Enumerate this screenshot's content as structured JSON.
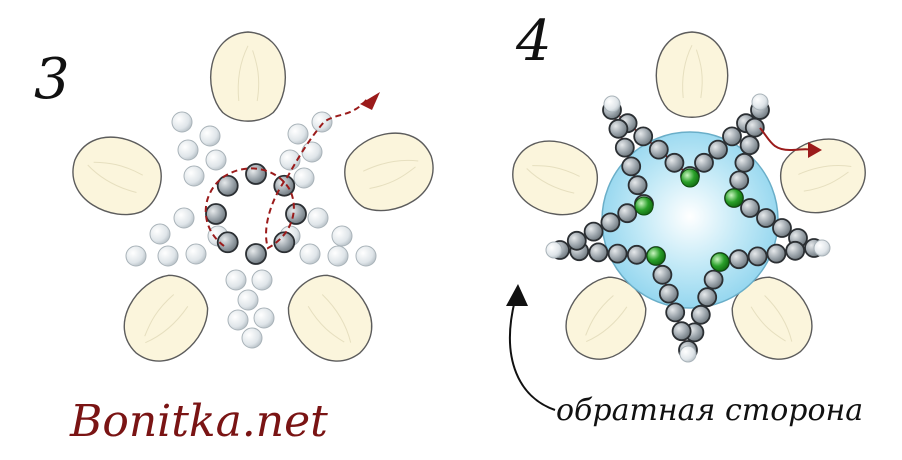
{
  "steps": [
    {
      "number": "3"
    },
    {
      "number": "4"
    }
  ],
  "watermark": {
    "text": "Bonitka.net"
  },
  "caption": {
    "text": "обратная сторона"
  },
  "colors": {
    "petal_fill": "#fbf5dc",
    "petal_stroke": "#5c5c5c",
    "pearl_fill": "#e9edf0",
    "gray_bead": "#9aa3aa",
    "green_bead": "#2aa02a",
    "center_fill": "#a8dff2",
    "thread": "#9b1b1b"
  }
}
